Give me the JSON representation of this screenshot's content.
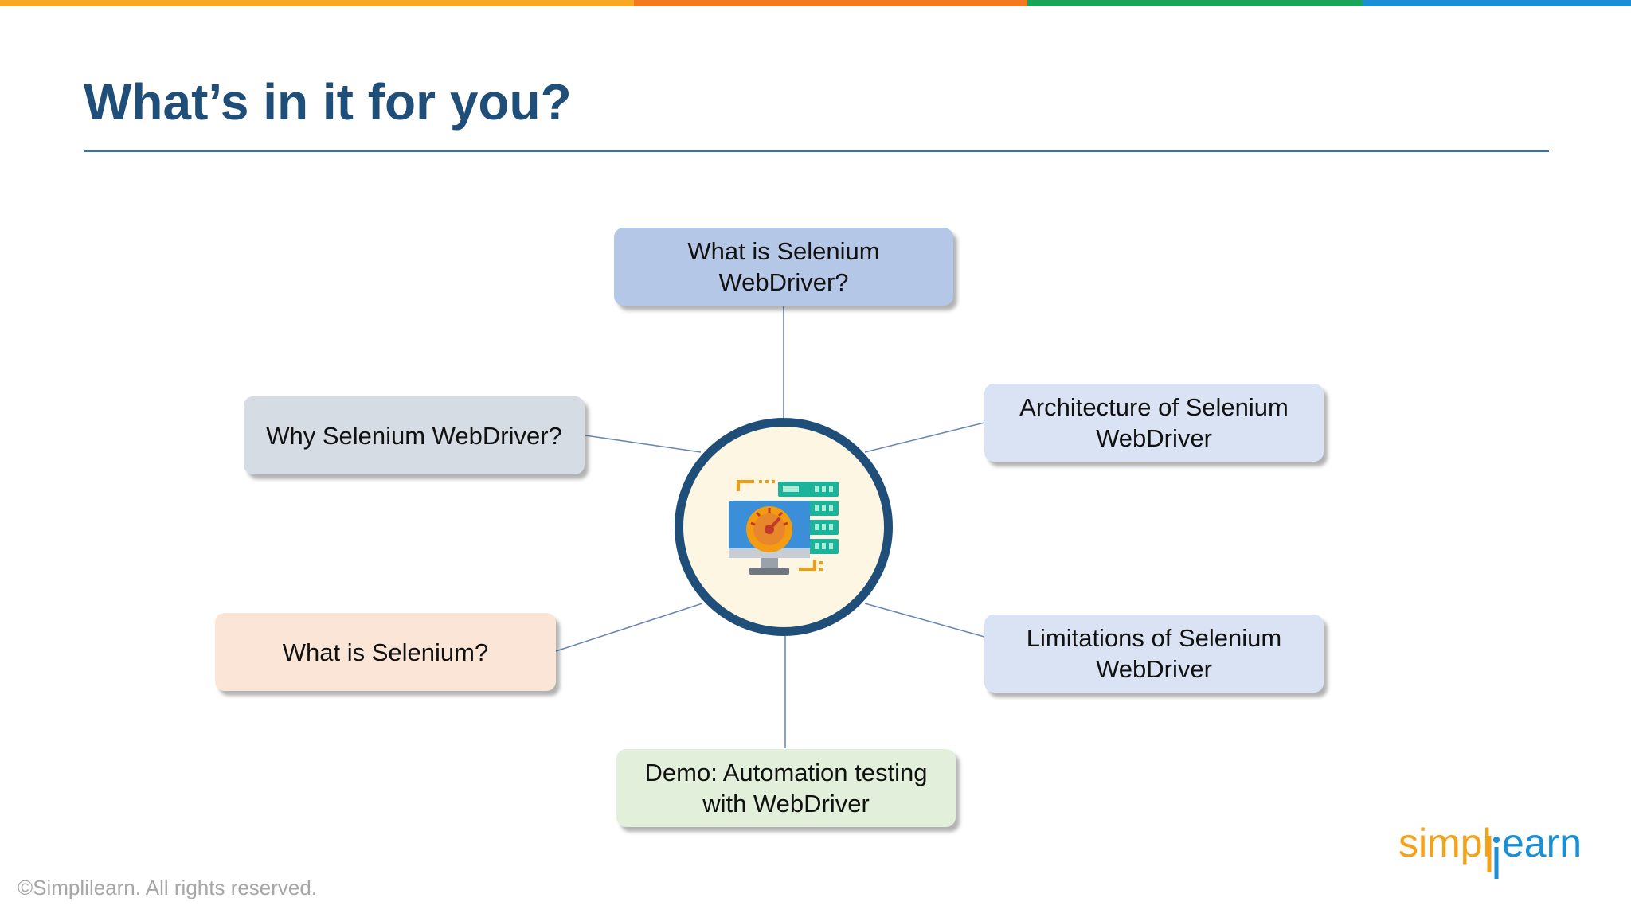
{
  "slide": {
    "title": "What’s in it for you?",
    "footer": "©Simplilearn. All rights reserved.",
    "logo_text": "simplilearn"
  },
  "colors": {
    "title": "#1f4e79",
    "rule": "#2e75b6",
    "connector": "#6a88b5",
    "stripe": [
      "#f9a825",
      "#f47920",
      "#18a558",
      "#1a8fd6"
    ]
  },
  "diagram": {
    "hub_icon": "server-monitor-speedometer-icon",
    "nodes": [
      {
        "id": "what-is-selenium-webdriver",
        "text": "What is Selenium\nWebDriver?",
        "fill": "#b4c7e7"
      },
      {
        "id": "why-selenium-webdriver",
        "text": "Why Selenium WebDriver?",
        "fill": "#d6dce4"
      },
      {
        "id": "architecture-of-selenium-webdriver",
        "text": "Architecture of Selenium\nWebDriver",
        "fill": "#dae3f3"
      },
      {
        "id": "what-is-selenium",
        "text": "What is Selenium?",
        "fill": "#fbe5d6"
      },
      {
        "id": "limitations-of-selenium-webdriver",
        "text": "Limitations of Selenium\nWebDriver",
        "fill": "#dae3f3"
      },
      {
        "id": "demo-automation-testing",
        "text": "Demo: Automation testing\nwith WebDriver",
        "fill": "#e2efda"
      }
    ]
  }
}
